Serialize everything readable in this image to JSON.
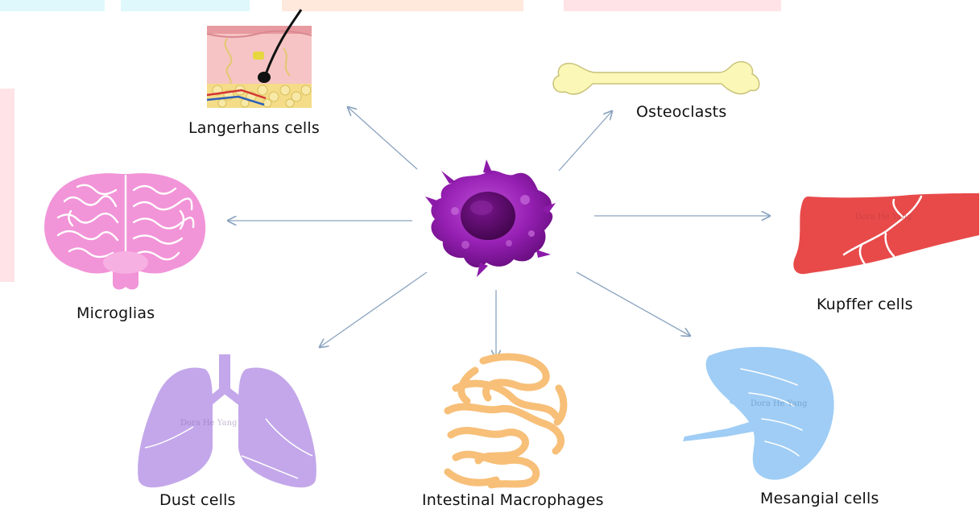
{
  "diagram": {
    "labels": {
      "langerhans": "Langerhans cells",
      "osteoclasts": "Osteoclasts",
      "microglias": "Microglias",
      "kupffer": "Kupffer cells",
      "dust": "Dust cells",
      "intestinal": "Intestinal Macrophages",
      "mesangial": "Mesangial cells"
    },
    "watermarks": {
      "kupffer": "Dora He Yang",
      "lungs": "Dora He Yang",
      "spleen": "Dora He Yang"
    },
    "colors": {
      "arrow": "#8aa3bf",
      "macrophage": "#8c1aa8",
      "macrophage_light": "#b347c9",
      "nucleus": "#5e0b6e",
      "brain": "#f294d8",
      "brain_groove": "#ffffff",
      "bone": "#fbf7b6",
      "bone_outline": "#c8c27a",
      "liver": "#e84a4a",
      "lungs": "#c3a7ea",
      "intestine": "#f7bf78",
      "spleen": "#9fcdf5",
      "skin_top": "#f6c4c4",
      "skin_fat": "#f4dc88"
    }
  }
}
